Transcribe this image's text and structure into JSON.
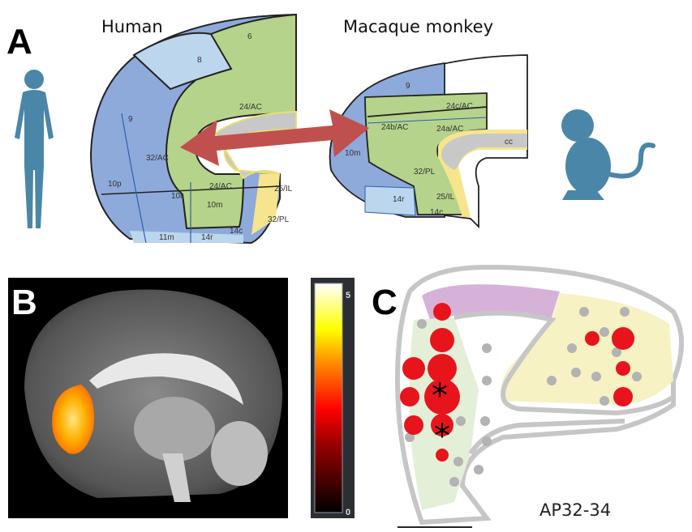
{
  "panels": {
    "a": {
      "label": "A",
      "human_title": "Human",
      "macaque_title": "Macaque monkey",
      "human_areas": [
        "6",
        "8",
        "9",
        "24/AC",
        "32/AC",
        "10p",
        "10r",
        "10m",
        "24/AC",
        "25/IL",
        "32/PL",
        "11m",
        "14r",
        "14c"
      ],
      "macaque_areas": [
        "9",
        "24c/AC",
        "24b/AC",
        "24a/AC",
        "cc",
        "10m",
        "32/PL",
        "14r",
        "25/IL",
        "14c"
      ]
    },
    "b": {
      "label": "B",
      "colorbar_max": "5",
      "colorbar_min": "0"
    },
    "c": {
      "label": "C",
      "section_label": "AP32-34",
      "marker": "*"
    }
  },
  "colors": {
    "arrow": "#c0504d",
    "silhouette": "#4a86a8",
    "area_blue": "#8eaadb",
    "area_lightblue": "#bcd6ee",
    "area_green": "#b5d38a",
    "area_yellow": "#f6e58d",
    "dot_red": "#e8141c",
    "dot_gray": "#b3b3b3"
  }
}
